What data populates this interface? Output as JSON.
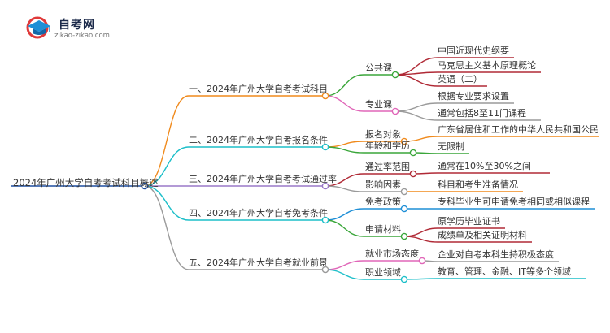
{
  "logo": {
    "title": "自考网",
    "subtitle": "zikao-zikao.com"
  },
  "root": "2024年广州大学自考考试科目概述",
  "branches": [
    {
      "label": "一、2024年广州大学自考考试科目",
      "color": "#f08a1c",
      "children": [
        {
          "label": "公共课",
          "color": "#3aa63a",
          "children": [
            {
              "label": "中国近现代史纲要",
              "color": "#b02a36"
            },
            {
              "label": "马克思主义基本原理概论",
              "color": "#b02a36"
            },
            {
              "label": "英语（二）",
              "color": "#b02a36"
            }
          ]
        },
        {
          "label": "专业课",
          "color": "#e066b8",
          "children": [
            {
              "label": "根据专业要求设置",
              "color": "#9a9a9a"
            },
            {
              "label": "通常包括8至11门课程",
              "color": "#9a9a9a"
            }
          ]
        }
      ]
    },
    {
      "label": "二、2024年广州大学自考报名条件",
      "color": "#1dbfc9",
      "children": [
        {
          "label": "报名对象",
          "color": "#f08a1c",
          "children": [
            {
              "label": "广东省居住和工作的中华人民共和国公民",
              "color": "#f08a1c"
            }
          ]
        },
        {
          "label": "年龄和学历",
          "color": "#3aa63a",
          "children": [
            {
              "label": "无限制",
              "color": "#3aa63a"
            }
          ]
        }
      ]
    },
    {
      "label": "三、2024年广州大学自考考试通过率",
      "color": "#9a78c8",
      "children": [
        {
          "label": "通过率范围",
          "color": "#b02a36",
          "children": [
            {
              "label": "通常在10%至30%之间",
              "color": "#b02a36"
            }
          ]
        },
        {
          "label": "影响因素",
          "color": "#9a9a9a",
          "children": [
            {
              "label": "科目和考生准备情况",
              "color": "#f08a1c"
            }
          ]
        }
      ]
    },
    {
      "label": "四、2024年广州大学自考免考条件",
      "color": "#1dbfc9",
      "children": [
        {
          "label": "免考政策",
          "color": "#1f8fd6",
          "children": [
            {
              "label": "专科毕业生可申请免考相同或相似课程",
              "color": "#1f8fd6"
            }
          ]
        },
        {
          "label": "申请材料",
          "color": "#3aa63a",
          "children": [
            {
              "label": "原学历毕业证书",
              "color": "#b02a36"
            },
            {
              "label": "成绩单及相关证明材料",
              "color": "#b02a36"
            }
          ]
        }
      ]
    },
    {
      "label": "五、2024年广州大学自考就业前景",
      "color": "#9a9a9a",
      "children": [
        {
          "label": "就业市场态度",
          "color": "#e066b8",
          "children": [
            {
              "label": "企业对自考本科生持积极态度",
              "color": "#9a9a9a"
            }
          ]
        },
        {
          "label": "职业领域",
          "color": "#1dbfc9",
          "children": [
            {
              "label": "教育、管理、金融、IT等多个领域",
              "color": "#1dbfc9"
            }
          ]
        }
      ]
    }
  ]
}
